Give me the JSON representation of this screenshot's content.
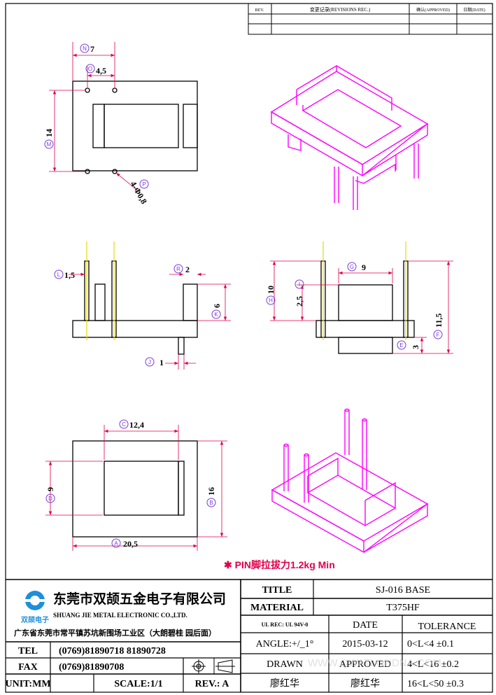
{
  "revision_table": {
    "headers": [
      "REV.",
      "变更记录(REVISIONS REC.)",
      "确认(APPROVED)",
      "日期(DATE)"
    ]
  },
  "dimensions": {
    "N": "7",
    "O": "4,5",
    "M": "14",
    "P": "4-Φ0,8",
    "L": "1,5",
    "R": "2",
    "K": "6",
    "J": "1",
    "G": "9",
    "H": "10",
    "I": "2,5",
    "F": "11,5",
    "E": "3",
    "C": "12,4",
    "D": "9",
    "B": "16",
    "A": "20,5"
  },
  "note": "✱ PIN脚拉拔力1.2kg  Min",
  "watermark": "WWW.QWATLONDNA.COM",
  "title_block": {
    "company_cn": "东莞市双颉五金电子有限公司",
    "company_en": "SHUANG JIE METAL ELECTRONIC CO.,LTD.",
    "logo_text": "双颉电子",
    "address": "广东省东莞市常平镇苏坑新围场工业区（大朗碧桂 园后面）",
    "tel_label": "TEL",
    "tel_value": "(0769)81890718  81890728",
    "fax_label": "FAX",
    "fax_value": "(0769)81890708",
    "unit": "UNIT:MM",
    "scale": "SCALE:1/1",
    "rev": "REV.: A",
    "title_label": "TITLE",
    "title_value": "SJ-016 BASE",
    "material_label": "MATERIAL",
    "material_value": "T375HF",
    "ul_rec": "UL REC:  UL  94V-0",
    "date_label": "DATE",
    "tolerance_label": "TOLERANCE",
    "angle": "ANGLE:+/_1°",
    "date_value": "2015-03-12",
    "tol1": "0<L<4   ±0.1",
    "drawn_label": "DRAWN",
    "approved_label": "APPROVED",
    "tol2": "4<L<16   ±0.2",
    "drawn_by": "廖红华",
    "approved_by": "廖红华",
    "tol3": "16<L<50  ±0.3"
  },
  "colors": {
    "dim": "#e0004a",
    "iso": "#ff00ff",
    "axis": "#e8d800",
    "bubble": "#7a3bd6"
  }
}
